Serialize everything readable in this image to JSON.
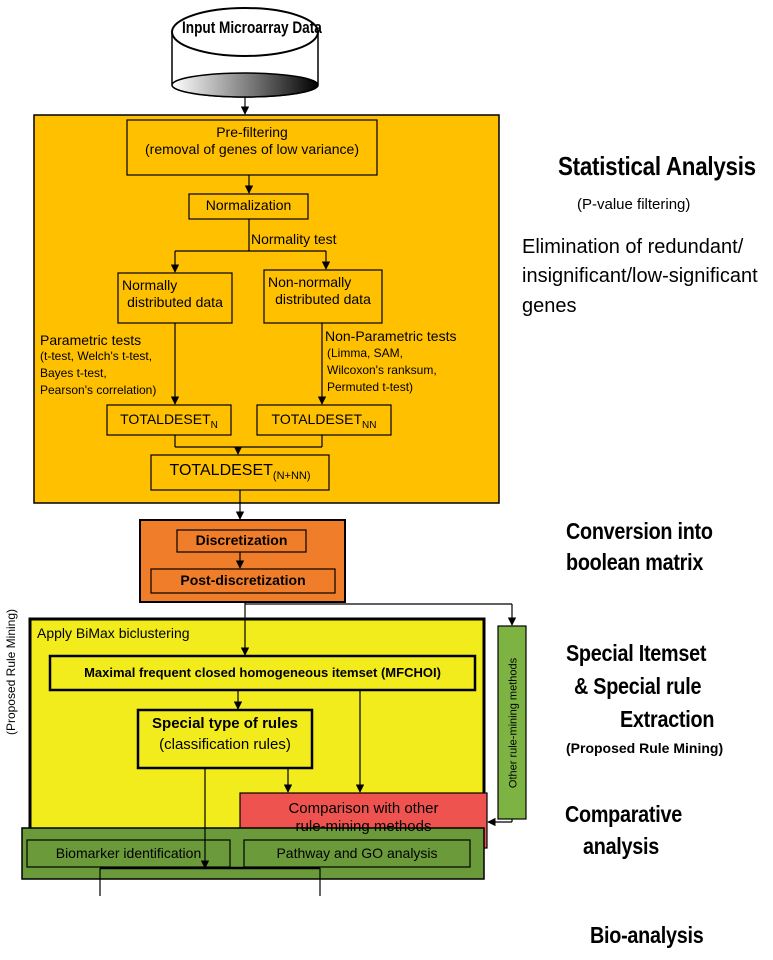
{
  "input": {
    "label": "Input Microarray Data"
  },
  "analysis": {
    "prefilter_line1": "Pre-filtering",
    "prefilter_line2": "(removal of genes of low variance)",
    "normalization": "Normalization",
    "normality_test": "Normality test",
    "normal_line1": "Normally",
    "normal_line2": "distributed data",
    "nonnormal_line1": "Non-normally",
    "nonnormal_line2": "distributed data",
    "param_title": "Parametric tests",
    "param_line1": "(t-test, Welch's t-test,",
    "param_line2": "Bayes t-test,",
    "param_line3": "Pearson's correlation)",
    "nonparam_title": "Non-Parametric tests",
    "nonparam_line1": "(Limma, SAM,",
    "nonparam_line2": "Wilcoxon's ranksum,",
    "nonparam_line3": "Permuted t-test)",
    "set_n_base": "TOTALDESET",
    "set_n_sub": "N",
    "set_nn_base": "TOTALDESET",
    "set_nn_sub": "NN",
    "set_all_base": "TOTALDESET",
    "set_all_sub": "(N+NN)"
  },
  "discretization": {
    "discretization": "Discretization",
    "post": "Post-discretization"
  },
  "mining": {
    "apply": "Apply BiMax biclustering",
    "mfchoi": "Maximal frequent closed homogeneous itemset (MFCHOI)",
    "rules_line1": "Special type of rules",
    "rules_line2": "(classification rules)",
    "other_methods": "Other rule-mining methods",
    "side_label": "(Proposed Rule Mining)"
  },
  "comparison": {
    "line1": "Comparison with other",
    "line2": "rule-mining methods"
  },
  "bio": {
    "biomarker": "Biomarker identification",
    "pathway": "Pathway and GO analysis"
  },
  "stages": {
    "statistical_title": "Statistical Analysis",
    "statistical_sub": "(P-value filtering)",
    "elimination_line1": "Elimination of redundant/",
    "elimination_line2": "insignificant/low-significant",
    "elimination_line3": "genes",
    "conversion_line1": "Conversion into",
    "conversion_line2": "boolean matrix",
    "special_line1": "Special Itemset",
    "special_line2": "& Special rule",
    "special_line3": "Extraction",
    "special_sub": "(Proposed Rule Mining)",
    "comparative_line1": "Comparative",
    "comparative_line2": "analysis",
    "bio_title": "Bio-analysis"
  },
  "colors": {
    "analysis_bg": "#FFC000",
    "discretization_bg": "#F07D2A",
    "mining_bg": "#F2EC1C",
    "comparison_bg": "#EF5350",
    "other_methods_bg": "#7CB342",
    "bio_bg": "#6B9A3A"
  }
}
